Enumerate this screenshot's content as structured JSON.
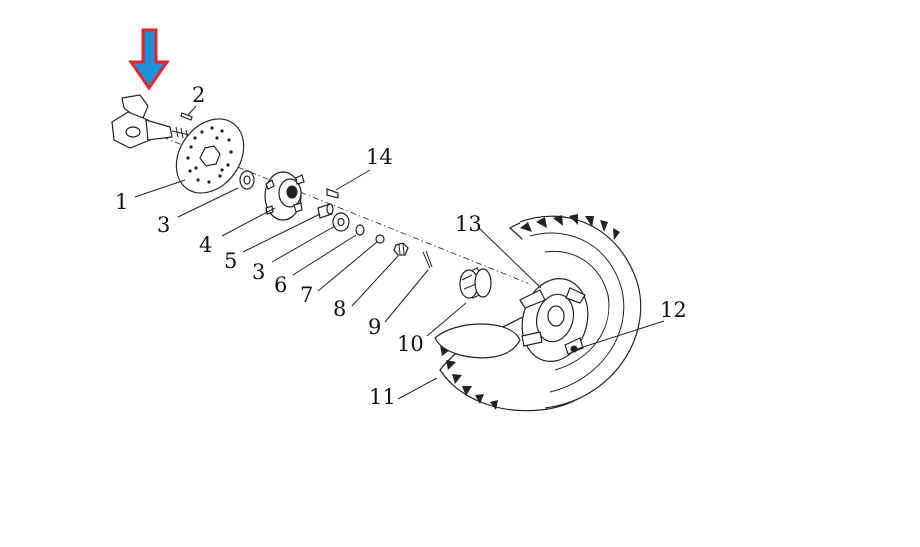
{
  "labels": {
    "l1": "1",
    "l2": "2",
    "l3a": "3",
    "l3b": "3",
    "l4": "4",
    "l5": "5",
    "l6": "6",
    "l7": "7",
    "l8": "8",
    "l9": "9",
    "l10": "10",
    "l11": "11",
    "l12": "12",
    "l13": "13",
    "l14": "14"
  },
  "colors": {
    "arrow_fill": "#1e8fd8",
    "arrow_outline": "#e0262c"
  },
  "icons": {
    "pointer": "down-arrow-icon"
  }
}
